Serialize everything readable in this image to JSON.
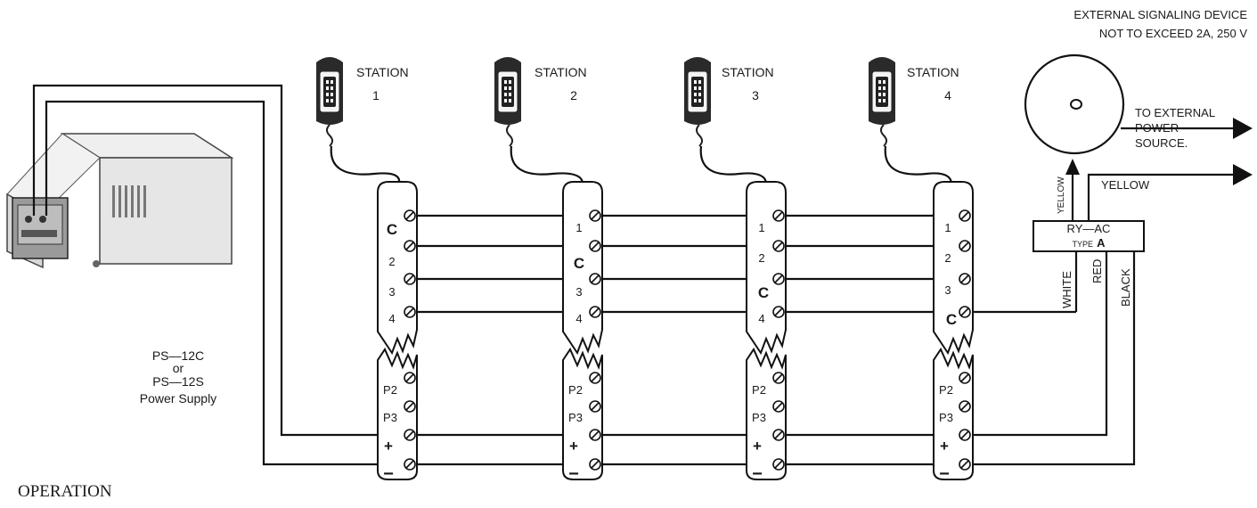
{
  "stations": [
    {
      "title": "STATION",
      "number": "1",
      "terminals": [
        "C",
        "2",
        "3",
        "4"
      ]
    },
    {
      "title": "STATION",
      "number": "2",
      "terminals": [
        "1",
        "C",
        "3",
        "4"
      ]
    },
    {
      "title": "STATION",
      "number": "3",
      "terminals": [
        "1",
        "2",
        "C",
        "4"
      ]
    },
    {
      "title": "STATION",
      "number": "4",
      "terminals": [
        "1",
        "2",
        "3",
        "C"
      ]
    }
  ],
  "power_terminals": [
    "P2",
    "P3",
    "+",
    "−"
  ],
  "power_supply": {
    "line1": "PS—12C",
    "line2": "or",
    "line3": "PS—12S",
    "line4": "Power Supply"
  },
  "signal_device": {
    "line1": "EXTERNAL SIGNALING DEVICE",
    "line2": "NOT TO EXCEED 2A, 250 V"
  },
  "external_power": {
    "line1": "TO EXTERNAL",
    "line2": "POWER",
    "line3": "SOURCE."
  },
  "relay": {
    "line1": "RY—AC",
    "type_prefix": "TYPE",
    "type_value": "A"
  },
  "wire_labels": {
    "yellow_vertical": "YELLOW",
    "yellow_horizontal": "YELLOW",
    "white": "WHITE",
    "red": "RED",
    "black": "BLACK"
  },
  "section_heading": "OPERATION"
}
